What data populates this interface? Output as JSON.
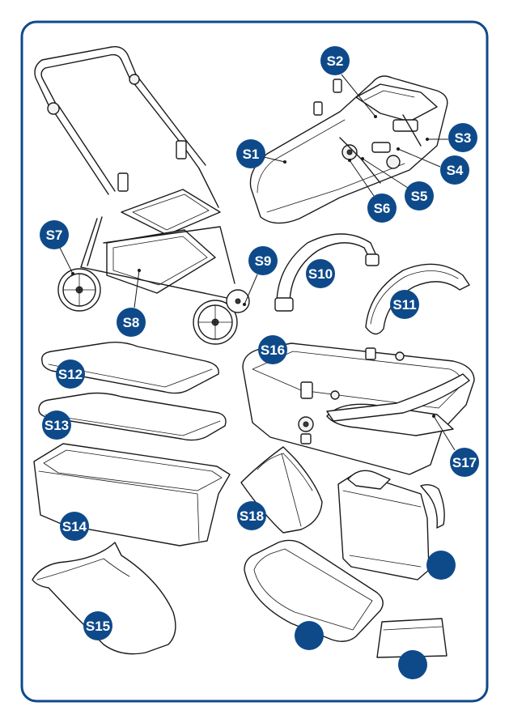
{
  "colors": {
    "frame": "#0e4a8a",
    "badge": "#0e4a8a",
    "badge_text": "#ffffff",
    "line": "#1a1a1a"
  },
  "labels": {
    "s1": "S1",
    "s2": "S2",
    "s3": "S3",
    "s4": "S4",
    "s5": "S5",
    "s6": "S6",
    "s7": "S7",
    "s8": "S8",
    "s9": "S9",
    "s10": "S10",
    "s11": "S11",
    "s12": "S12",
    "s13": "S13",
    "s14": "S14",
    "s15": "S15",
    "s16": "S16",
    "s17": "S17",
    "s18": "S18"
  }
}
